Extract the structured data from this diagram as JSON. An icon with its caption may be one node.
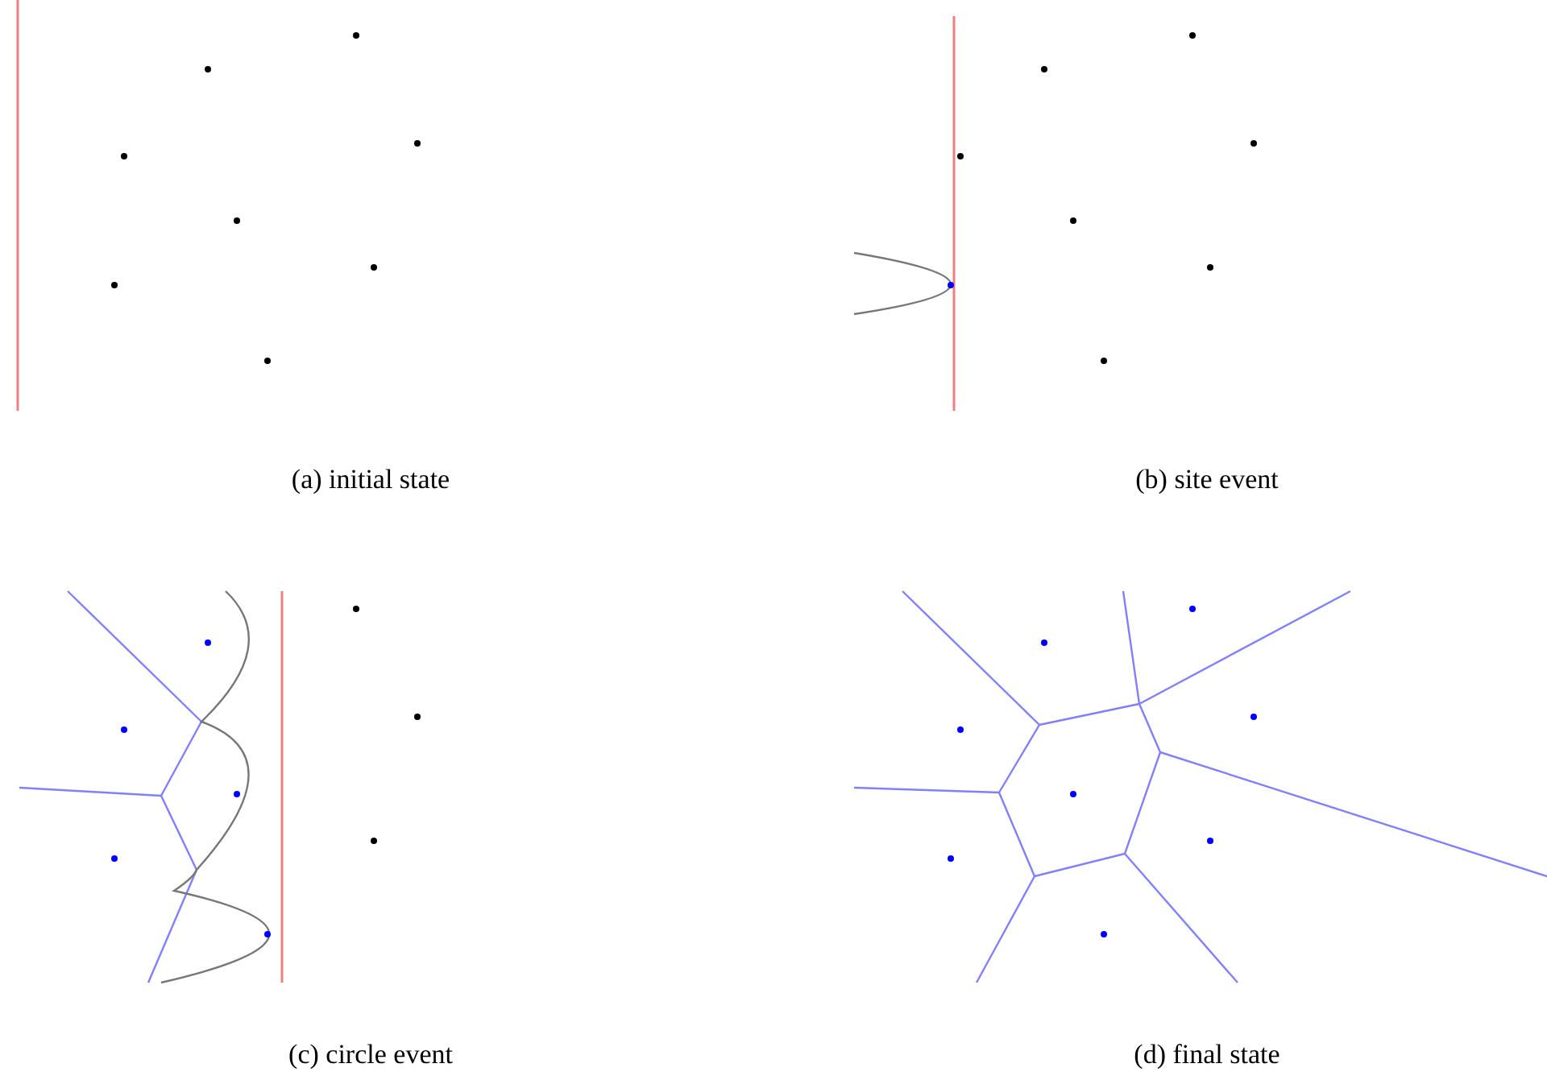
{
  "diagram": {
    "labels": [
      "(a) initial state",
      "(b) site event",
      "(c) circle event",
      "(d) final state"
    ]
  }
}
